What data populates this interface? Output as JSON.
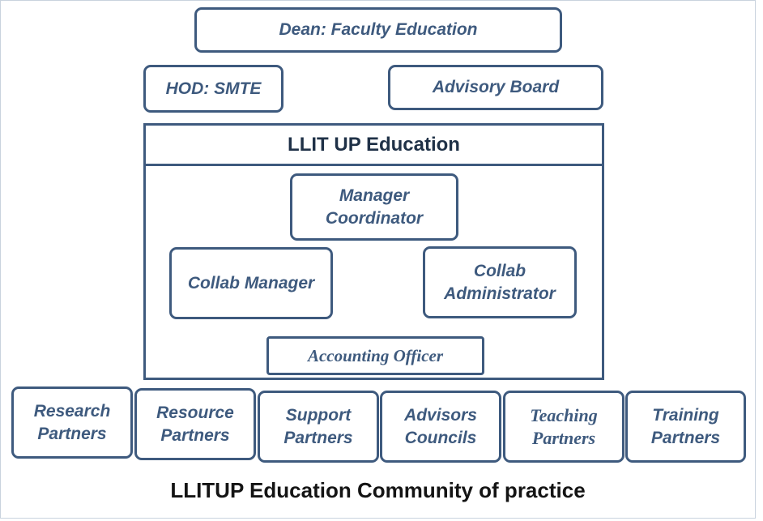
{
  "colors": {
    "box_border": "#3e5a7e",
    "box_text": "#3e5a7e",
    "panel_title": "#1f3147",
    "caption": "#141414"
  },
  "top": {
    "dean": "Dean: Faculty Education",
    "hod": "HOD:  SMTE",
    "advisory_board": "Advisory Board"
  },
  "panel": {
    "title": "LLIT UP Education",
    "manager": "Manager\nCoordinator",
    "collab_manager": "Collab Manager",
    "collab_admin": "Collab\nAdministrator",
    "accounting": "Accounting Officer"
  },
  "partners": [
    {
      "label": "Research\nPartners"
    },
    {
      "label": "Resource\nPartners"
    },
    {
      "label": "Support\nPartners"
    },
    {
      "label": "Advisors\nCouncils"
    },
    {
      "label": "Teaching\nPartners"
    },
    {
      "label": "Training\nPartners"
    }
  ],
  "caption": "LLITUP Education Community of practice"
}
